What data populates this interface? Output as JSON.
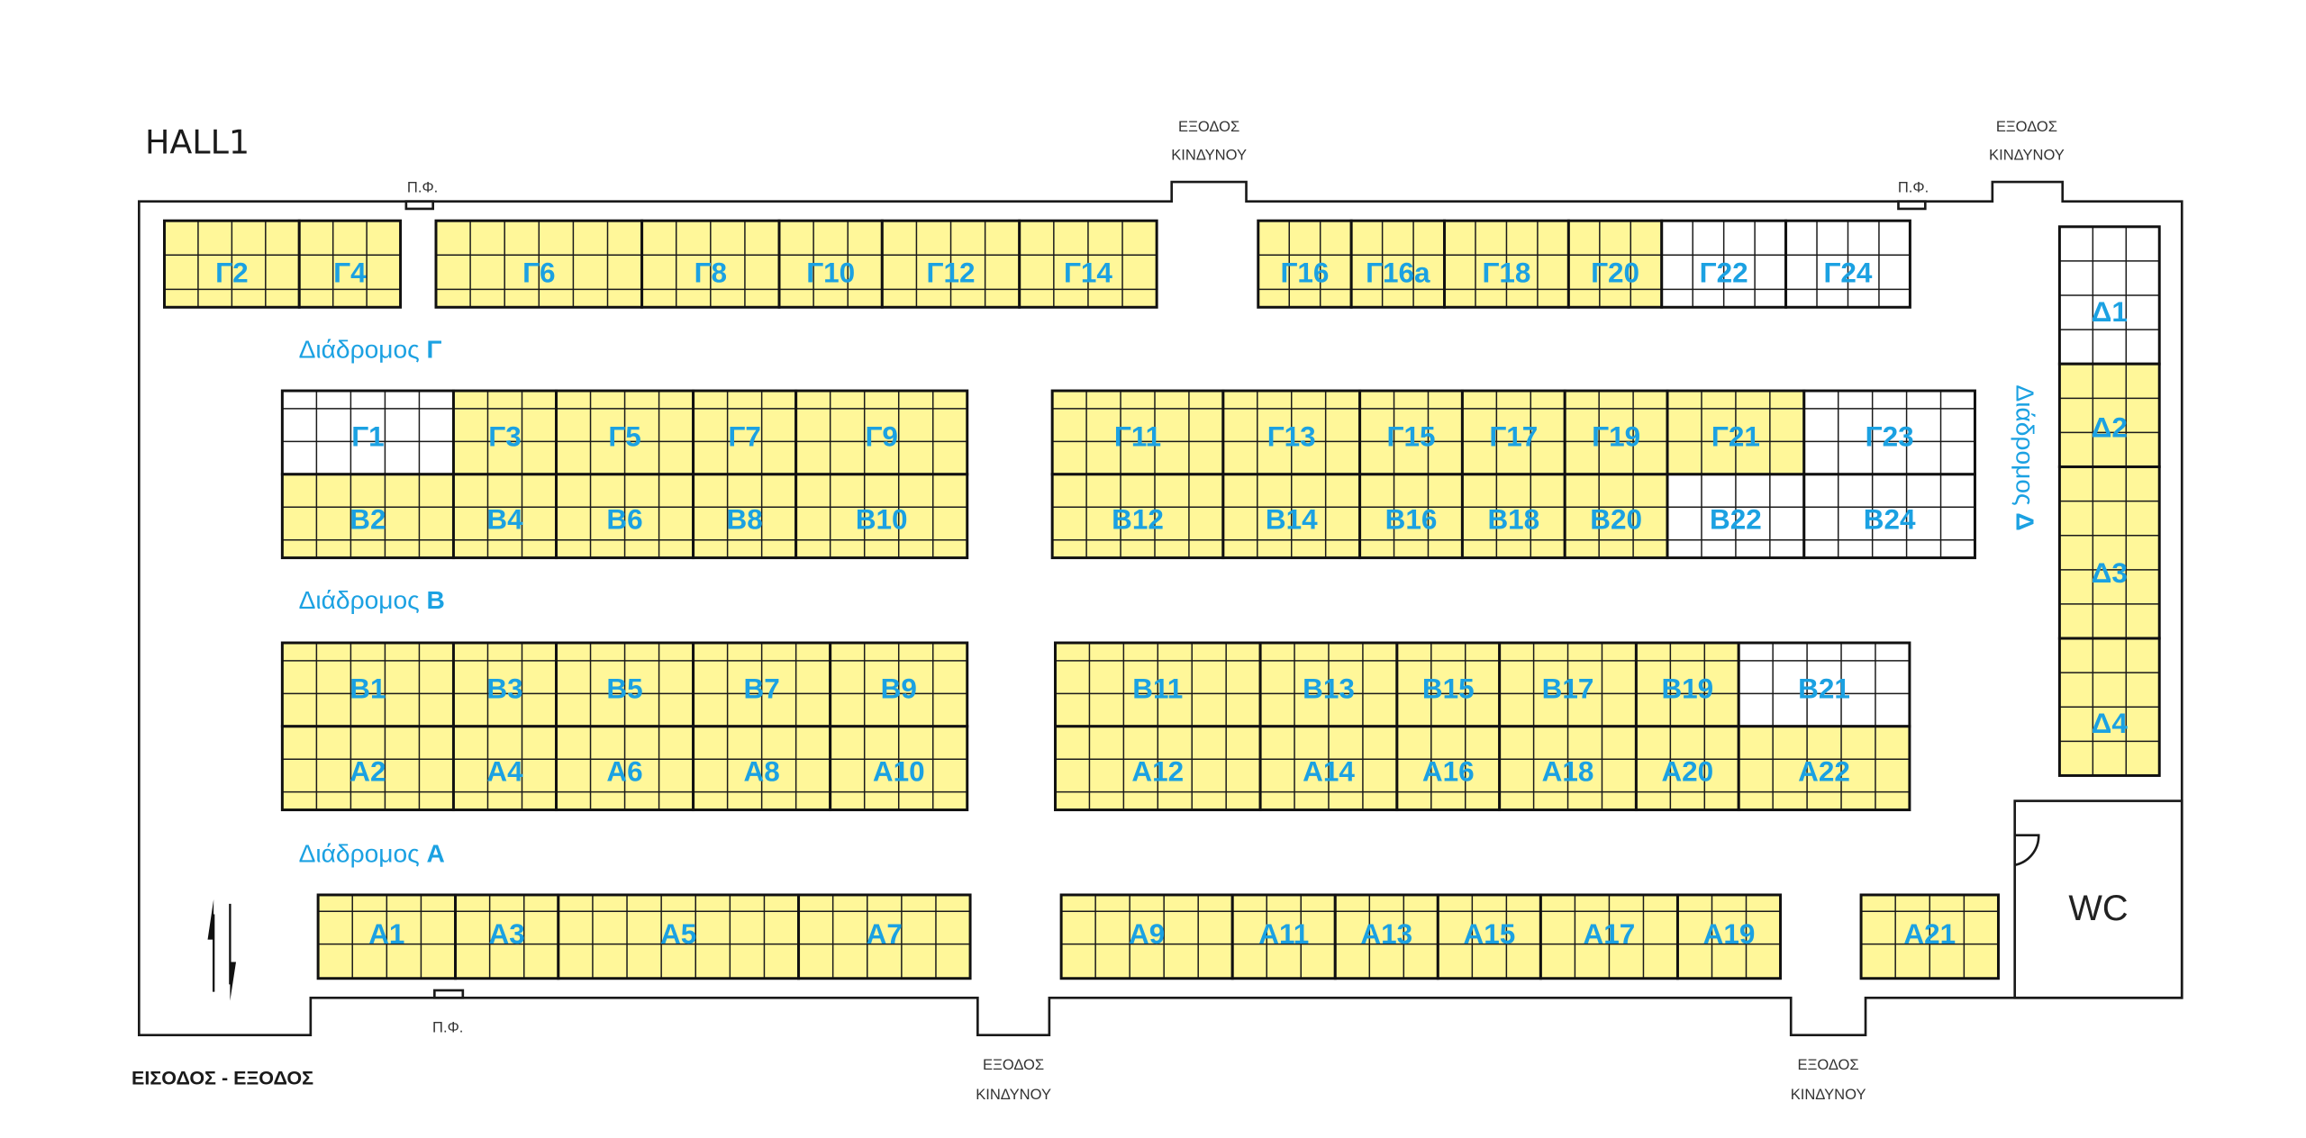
{
  "title": "HALL1",
  "entrance_label": "ΕΙΣΟΔΟΣ - ΕΞΟΔΟΣ",
  "emergency_exit": {
    "line1": "ΕΞΟΔΟΣ",
    "line2": "ΚΙΝΔΥΝΟΥ"
  },
  "fire_hydrant_label": "Π.Φ.",
  "wc_label": "WC",
  "aisles": {
    "gamma": {
      "text": "Διάδρομος ",
      "letter": "Γ"
    },
    "beta": {
      "text": "Διάδρομος ",
      "letter": "B"
    },
    "alpha": {
      "text": "Διάδρομος ",
      "letter": "A"
    },
    "delta": {
      "text": "Διάδρομος ",
      "letter": "Δ"
    }
  },
  "colors": {
    "yellow": "#fff799",
    "white": "#ffffff",
    "label": "#1ba1e2"
  },
  "blocks": {
    "gTopL": [
      [
        {
          "label": "Γ2",
          "cells": 4,
          "fill": "yellow"
        },
        {
          "label": "Γ4",
          "cells": 3,
          "fill": "yellow"
        }
      ]
    ],
    "gTopM": [
      [
        {
          "label": "Γ6",
          "cells": 6,
          "fill": "yellow"
        },
        {
          "label": "Γ8",
          "cells": 4,
          "fill": "yellow"
        },
        {
          "label": "Γ10",
          "cells": 3,
          "fill": "yellow"
        },
        {
          "label": "Γ12",
          "cells": 4,
          "fill": "yellow"
        },
        {
          "label": "Γ14",
          "cells": 4,
          "fill": "yellow"
        }
      ]
    ],
    "gTopR": [
      [
        {
          "label": "Γ16",
          "cells": 3,
          "fill": "yellow"
        },
        {
          "label": "Γ16a",
          "cells": 3,
          "fill": "yellow"
        },
        {
          "label": "Γ18",
          "cells": 4,
          "fill": "yellow"
        },
        {
          "label": "Γ20",
          "cells": 3,
          "fill": "yellow"
        },
        {
          "label": "Γ22",
          "cells": 4,
          "fill": "white"
        },
        {
          "label": "Γ24",
          "cells": 4,
          "fill": "white"
        }
      ]
    ],
    "band1L": [
      [
        {
          "label": "Γ1",
          "cells": 5,
          "fill": "white"
        },
        {
          "label": "Γ3",
          "cells": 3,
          "fill": "yellow"
        },
        {
          "label": "Γ5",
          "cells": 4,
          "fill": "yellow"
        },
        {
          "label": "Γ7",
          "cells": 3,
          "fill": "yellow"
        },
        {
          "label": "Γ9",
          "cells": 5,
          "fill": "yellow"
        }
      ],
      [
        {
          "label": "B2",
          "cells": 5,
          "fill": "yellow"
        },
        {
          "label": "B4",
          "cells": 3,
          "fill": "yellow"
        },
        {
          "label": "B6",
          "cells": 4,
          "fill": "yellow"
        },
        {
          "label": "B8",
          "cells": 3,
          "fill": "yellow"
        },
        {
          "label": "B10",
          "cells": 5,
          "fill": "yellow"
        }
      ]
    ],
    "band1R": [
      [
        {
          "label": "Γ11",
          "cells": 5,
          "fill": "yellow"
        },
        {
          "label": "Γ13",
          "cells": 4,
          "fill": "yellow"
        },
        {
          "label": "Γ15",
          "cells": 3,
          "fill": "yellow"
        },
        {
          "label": "Γ17",
          "cells": 3,
          "fill": "yellow"
        },
        {
          "label": "Γ19",
          "cells": 3,
          "fill": "yellow"
        },
        {
          "label": "Γ21",
          "cells": 4,
          "fill": "yellow"
        },
        {
          "label": "Γ23",
          "cells": 5,
          "fill": "white"
        }
      ],
      [
        {
          "label": "B12",
          "cells": 5,
          "fill": "yellow"
        },
        {
          "label": "B14",
          "cells": 4,
          "fill": "yellow"
        },
        {
          "label": "B16",
          "cells": 3,
          "fill": "yellow"
        },
        {
          "label": "B18",
          "cells": 3,
          "fill": "yellow"
        },
        {
          "label": "B20",
          "cells": 3,
          "fill": "yellow"
        },
        {
          "label": "B22",
          "cells": 4,
          "fill": "white"
        },
        {
          "label": "B24",
          "cells": 5,
          "fill": "white"
        }
      ]
    ],
    "band2L": [
      [
        {
          "label": "B1",
          "cells": 5,
          "fill": "yellow"
        },
        {
          "label": "B3",
          "cells": 3,
          "fill": "yellow"
        },
        {
          "label": "B5",
          "cells": 4,
          "fill": "yellow"
        },
        {
          "label": "B7",
          "cells": 4,
          "fill": "yellow"
        },
        {
          "label": "B9",
          "cells": 4,
          "fill": "yellow"
        }
      ],
      [
        {
          "label": "A2",
          "cells": 5,
          "fill": "yellow"
        },
        {
          "label": "A4",
          "cells": 3,
          "fill": "yellow"
        },
        {
          "label": "A6",
          "cells": 4,
          "fill": "yellow"
        },
        {
          "label": "A8",
          "cells": 4,
          "fill": "yellow"
        },
        {
          "label": "A10",
          "cells": 4,
          "fill": "yellow"
        }
      ]
    ],
    "band2R": [
      [
        {
          "label": "B11",
          "cells": 6,
          "fill": "yellow"
        },
        {
          "label": "B13",
          "cells": 4,
          "fill": "yellow"
        },
        {
          "label": "B15",
          "cells": 3,
          "fill": "yellow"
        },
        {
          "label": "B17",
          "cells": 4,
          "fill": "yellow"
        },
        {
          "label": "B19",
          "cells": 3,
          "fill": "yellow"
        },
        {
          "label": "B21",
          "cells": 5,
          "fill": "white"
        }
      ],
      [
        {
          "label": "A12",
          "cells": 6,
          "fill": "yellow"
        },
        {
          "label": "A14",
          "cells": 4,
          "fill": "yellow"
        },
        {
          "label": "A16",
          "cells": 3,
          "fill": "yellow"
        },
        {
          "label": "A18",
          "cells": 4,
          "fill": "yellow"
        },
        {
          "label": "A20",
          "cells": 3,
          "fill": "yellow"
        },
        {
          "label": "A22",
          "cells": 5,
          "fill": "yellow"
        }
      ]
    ],
    "aL": [
      [
        {
          "label": "A1",
          "cells": 4,
          "fill": "yellow"
        },
        {
          "label": "A3",
          "cells": 3,
          "fill": "yellow"
        },
        {
          "label": "A5",
          "cells": 7,
          "fill": "yellow"
        },
        {
          "label": "A7",
          "cells": 5,
          "fill": "yellow"
        }
      ]
    ],
    "aR": [
      [
        {
          "label": "A9",
          "cells": 5,
          "fill": "yellow"
        },
        {
          "label": "A11",
          "cells": 3,
          "fill": "yellow"
        },
        {
          "label": "A13",
          "cells": 3,
          "fill": "yellow"
        },
        {
          "label": "A15",
          "cells": 3,
          "fill": "yellow"
        },
        {
          "label": "A17",
          "cells": 4,
          "fill": "yellow"
        },
        {
          "label": "A19",
          "cells": 3,
          "fill": "yellow"
        }
      ]
    ],
    "a21": [
      [
        {
          "label": "A21",
          "cells": 4,
          "fill": "yellow"
        }
      ]
    ]
  },
  "delta_booths": [
    {
      "label": "Δ1",
      "rows": 4,
      "fill": "white"
    },
    {
      "label": "Δ2",
      "rows": 3,
      "fill": "yellow"
    },
    {
      "label": "Δ3",
      "rows": 5,
      "fill": "yellow"
    },
    {
      "label": "Δ4",
      "rows": 4,
      "fill": "yellow"
    }
  ]
}
